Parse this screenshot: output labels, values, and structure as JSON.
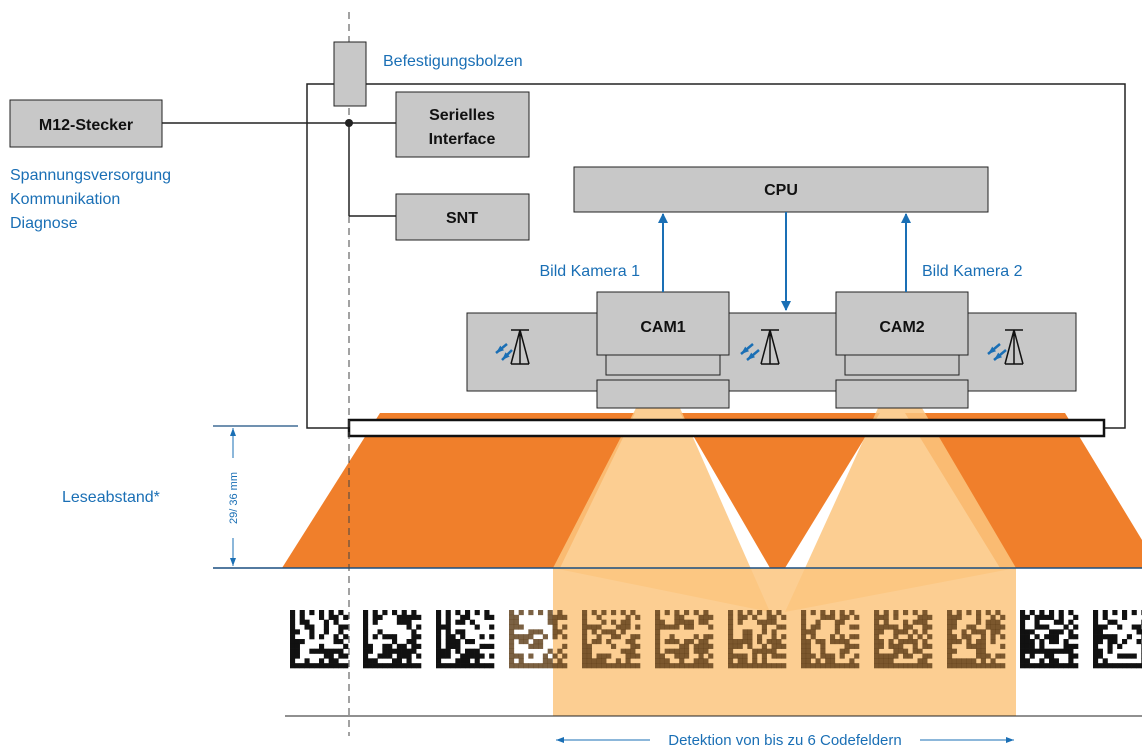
{
  "colors": {
    "accent_blue": "#1a6fb5",
    "box_gray": "#c8c8c8",
    "field_orange": "#f07f2b",
    "camera_field": "#fbc57f",
    "outline": "#222222"
  },
  "labels": {
    "bolt": "Befestigungsbolzen",
    "connector": "M12-Stecker",
    "connector_functions": [
      "Spannungsversorgung",
      "Kommunikation",
      "Diagnose"
    ],
    "serial_line1": "Serielles",
    "serial_line2": "Interface",
    "snt": "SNT",
    "cpu": "CPU",
    "cam1": "CAM1",
    "cam2": "CAM2",
    "image_cam1": "Bild Kamera 1",
    "image_cam2": "Bild Kamera 2",
    "reading_distance": "Leseabstand*",
    "distance_value": "29/ 36 mm",
    "detection": "Detektion von bis zu 6 Codefeldern"
  },
  "icons": {
    "illumination": "led-illumination-icon",
    "code": "datamatrix-code-icon"
  },
  "code_fields": {
    "total": 12,
    "detected": 6
  }
}
